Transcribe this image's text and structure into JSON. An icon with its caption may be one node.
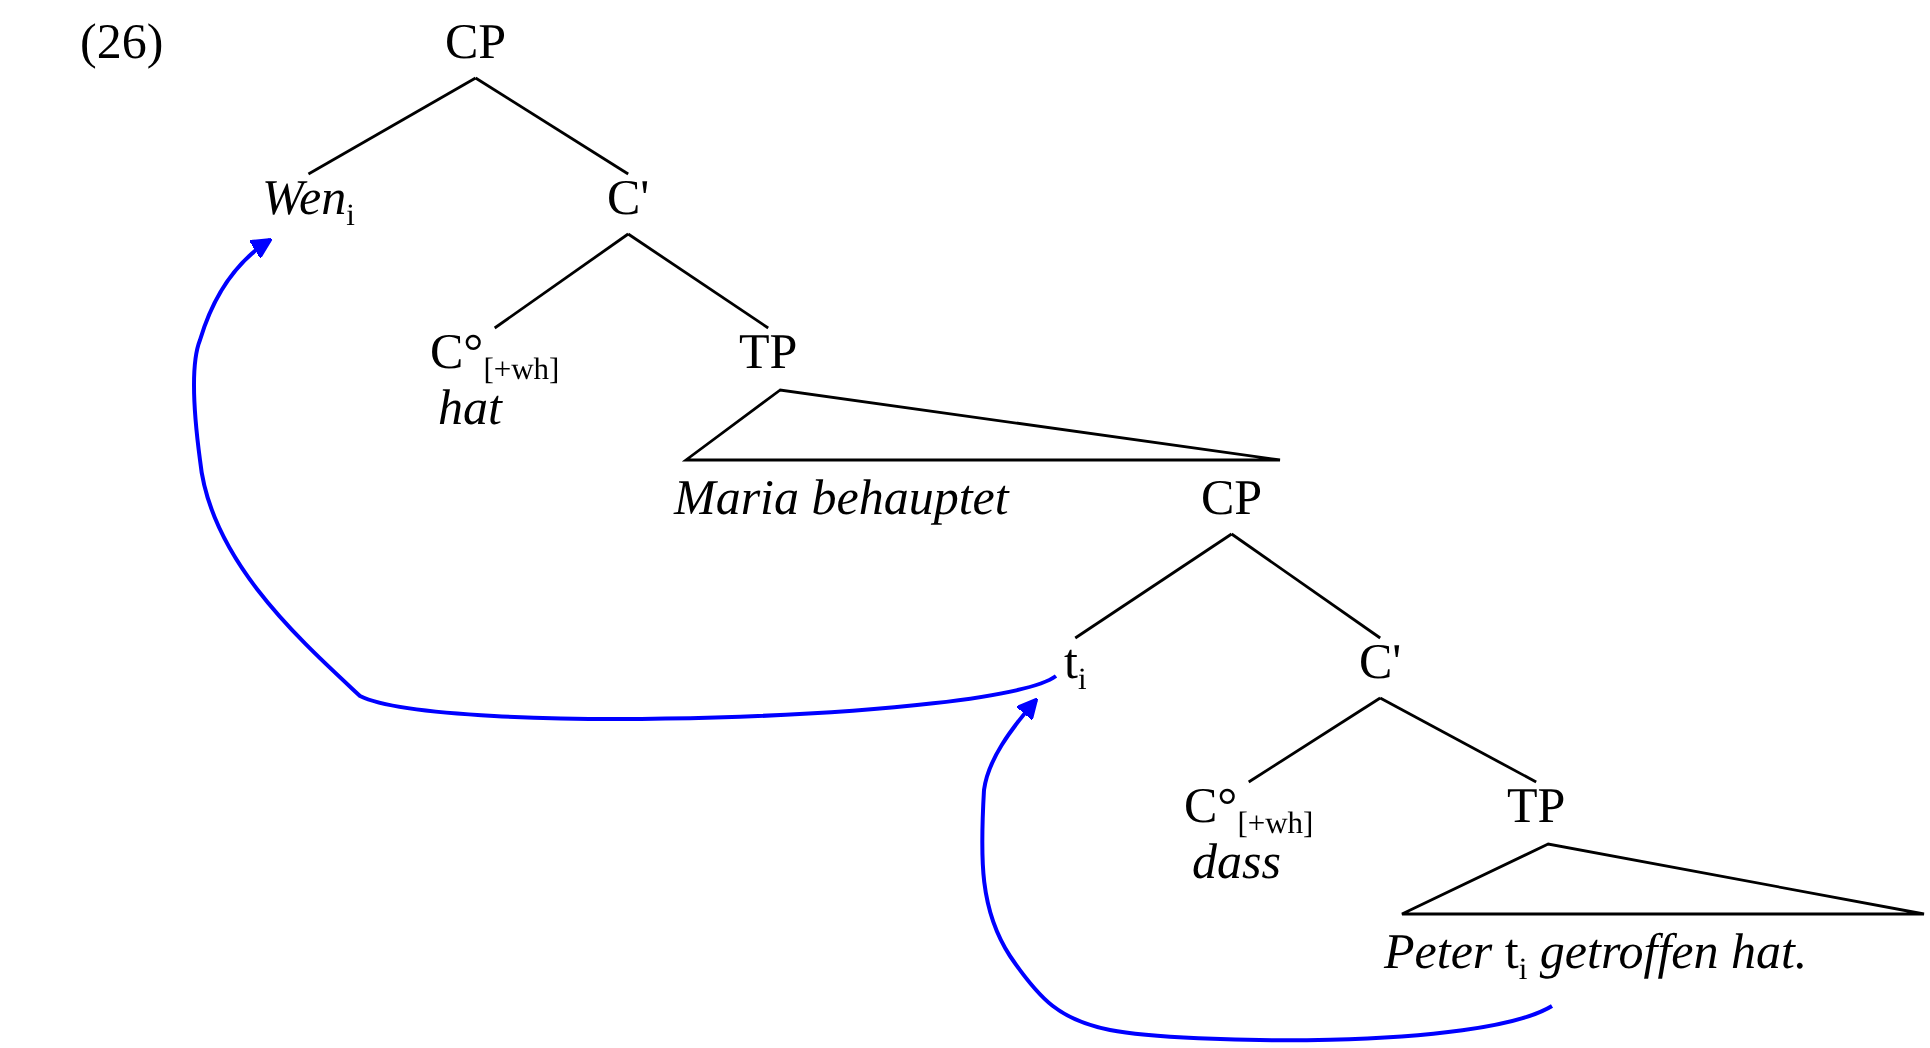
{
  "diagram": {
    "nodes": [
      {
        "text": [
          "CP"
        ]
      },
      {
        "text": [
          "*Wen*$_{i}$"
        ]
      },
      {
        "text": [
          "C'"
        ]
      },
      {
        "text": [
          "C°$_{[+wh]}$",
          "hat"
        ]
      },
      {
        "text": [
          "TP"
        ]
      },
      {
        "text": [
          "Maria behauptet"
        ]
      },
      {
        "text": [
          "CP"
        ]
      },
      {
        "text": [
          "t$_{i}$"
        ]
      },
      {
        "text": [
          "C'"
        ]
      },
      {
        "text": [
          "C°$_{[+wh]}$",
          "dass"
        ]
      },
      {
        "text": [
          "TP"
        ]
      },
      {
        "text": [
          "*Peter* t$_{i}$ *getroffen hat.*"
        ]
      }
    ],
    "edges": [
      {
        "from": 0,
        "to": 1,
        "arrow": "none"
      },
      {
        "from": 0,
        "to": 2,
        "arrow": "none"
      },
      {
        "from": 2,
        "to": 3,
        "arrow": "none"
      },
      {
        "from": 2,
        "to": 4,
        "arrow": "none"
      },
      {
        "from": 4,
        "to": 5,
        "arrow": "none"
      },
      {
        "from": 4,
        "to": 6,
        "arrow": "none"
      },
      {
        "from": 6,
        "to": 7,
        "arrow": "none"
      },
      {
        "from": 6,
        "to": 8,
        "arrow": "none"
      },
      {
        "from": 8,
        "to": 9,
        "arrow": "none"
      },
      {
        "from": 8,
        "to": 10,
        "arrow": "none"
      },
      {
        "from": 10,
        "to": 11,
        "arrow": "none"
      },
      {
        "from": 7,
        "to": 1,
        "arrow": "to",
        "color": "#0000ff"
      },
      {
        "from": 11,
        "to": 7,
        "arrow": "to",
        "color": "#0000ff"
      }
    ],
    "labels": [
      "(26)"
    ]
  }
}
